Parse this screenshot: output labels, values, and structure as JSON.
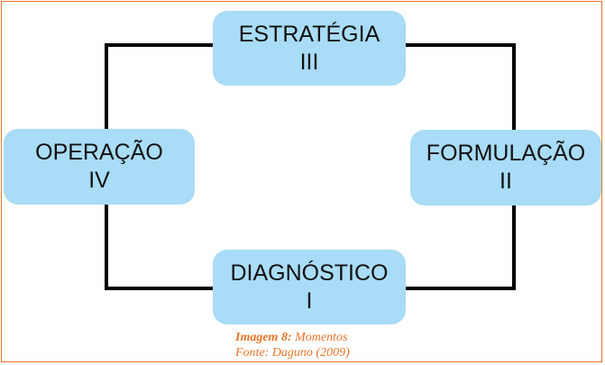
{
  "diagram": {
    "nodes": [
      {
        "id": "estrategia",
        "title": "ESTRATÉGIA",
        "numeral": "III"
      },
      {
        "id": "formulacao",
        "title": "FORMULAÇÃO",
        "numeral": "II"
      },
      {
        "id": "diagnostico",
        "title": "DIAGNÓSTICO",
        "numeral": "I"
      },
      {
        "id": "operacao",
        "title": "OPERAÇÃO",
        "numeral": "IV"
      }
    ],
    "box_color": "#a9dcf6",
    "line_color": "#000000"
  },
  "caption": {
    "label": "Imagem 8:",
    "title": "Momentos",
    "source": "Fonte: Daguno (2009)",
    "color": "#e8742a"
  }
}
